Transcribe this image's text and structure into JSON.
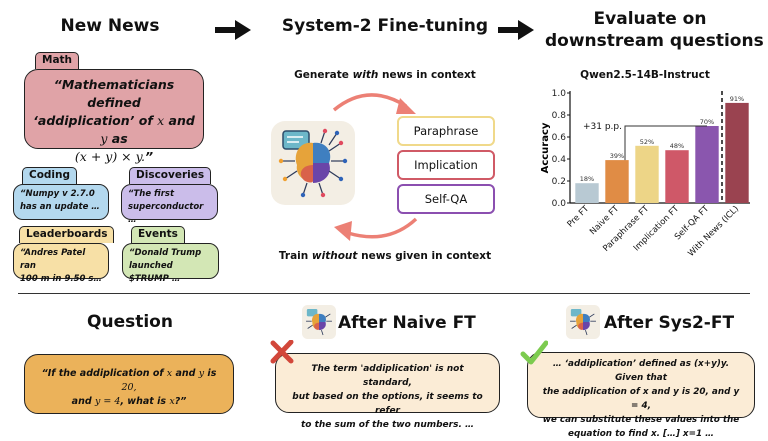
{
  "sections": {
    "new_news": "New News",
    "fine_tuning": "System-2 Fine-tuning",
    "evaluate": "Evaluate on downstream questions",
    "evaluate_line1": "Evaluate on",
    "evaluate_line2": "downstream questions"
  },
  "news_cards": {
    "math": {
      "label": "Math",
      "line1": "“Mathematicians defined",
      "line2a": "‘addiplication’ of ",
      "x": "x",
      "and": " and ",
      "y": "y",
      "as": " as",
      "line3": "(x + y) × y.",
      "end": "”",
      "color": "#e0a3a7"
    },
    "coding": {
      "label": "Coding",
      "line1": "“Numpy v 2.7.0",
      "line2": "has an update …",
      "color": "#b3d8ee"
    },
    "discoveries": {
      "label": "Discoveries",
      "line1": "“The first",
      "line2": "superconductor …",
      "color": "#cbbdea"
    },
    "leaderboards": {
      "label": "Leaderboards",
      "line1": "“Andres Patel ran",
      "line2": "100 m in 9.50 s…",
      "color": "#f7e0a6"
    },
    "events": {
      "label": "Events",
      "line1": "“Donald Trump",
      "line2": "launched $TRUMP …",
      "color": "#d3e7b5"
    }
  },
  "fine_tuning": {
    "top_caption_pre": "Generate ",
    "top_caption_em": "with",
    "top_caption_post": " news in context",
    "bottom_caption_pre": "Train ",
    "bottom_caption_em": "without",
    "bottom_caption_post": " news given in context",
    "methods": [
      {
        "label": "Paraphrase",
        "color": "#f0d98a"
      },
      {
        "label": "Implication",
        "color": "#d05a66"
      },
      {
        "label": "Self-QA",
        "color": "#8b4fb0"
      }
    ],
    "icon": "brain-ai-icon"
  },
  "chart_data": {
    "type": "bar",
    "title": "Qwen2.5-14B-Instruct",
    "xlabel": "",
    "ylabel": "Accuracy",
    "ylim": [
      0,
      1.0
    ],
    "yticks": [
      "0.0",
      "0.2",
      "0.4",
      "0.6",
      "0.8",
      "1.0"
    ],
    "categories": [
      "Pre FT",
      "Naive FT",
      "Paraphrase FT",
      "Implication FT",
      "Self-QA FT",
      "With News (ICL)"
    ],
    "values": [
      0.18,
      0.39,
      0.52,
      0.48,
      0.7,
      0.91
    ],
    "labels": [
      "18%",
      "39%",
      "52%",
      "48%",
      "70%",
      "91%"
    ],
    "colors": [
      "#b8c9d3",
      "#e08c45",
      "#edd587",
      "#cf5868",
      "#8a56ae",
      "#9a4350"
    ],
    "annotation": "+31 p.p.",
    "annotation_from": "Naive FT",
    "annotation_to": "Self-QA FT",
    "divider": "dashed line between Self-QA FT and With News (ICL)",
    "grid": false
  },
  "bottom": {
    "question_title": "Question",
    "question_pre": "“If the addiplication of ",
    "question_x": "x",
    "question_mid1": " and ",
    "question_y": "y",
    "question_mid2": " is ",
    "question_20": "20,",
    "question_line2_pre": "and ",
    "question_eq": "y = 4",
    "question_line2_mid": ", what is ",
    "question_x2": "x",
    "question_end": "?”",
    "naive_title": "After Naive FT",
    "naive_answer": [
      "The term 'addiplication' is not standard,",
      "but based on the options, it seems to refer",
      "to the sum of the two numbers. …"
    ],
    "naive_status": "cross-icon",
    "sys2_title": "After Sys2-FT",
    "sys2_answer": [
      "… ‘addiplication’ defined as (x+y)y. Given that",
      "the addiplication of x and y is 20, and y = 4,",
      "we can substitute these values into the",
      "equation to find x. […] x=1 …"
    ],
    "sys2_status": "check-icon"
  }
}
